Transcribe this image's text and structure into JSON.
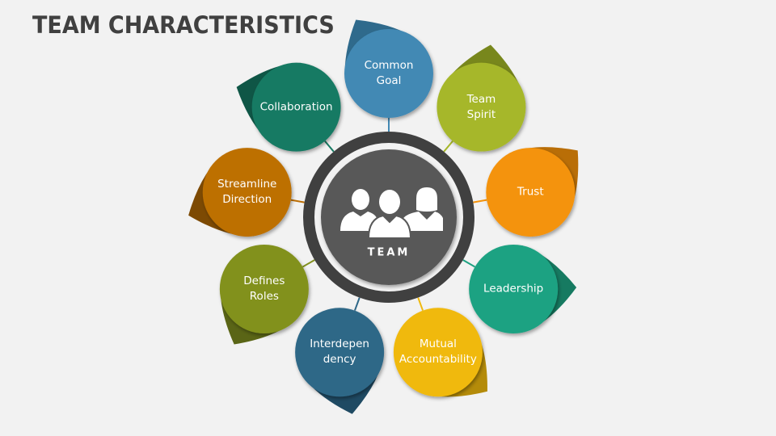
{
  "title": "TEAM CHARACTERISTICS",
  "center": {
    "label": "TEAM",
    "icon": "team-people-icon"
  },
  "nodes": [
    {
      "label": "Common Goal",
      "lines": [
        "Common",
        "Goal"
      ],
      "color": "#4389b4",
      "leaf": "#2f6a8c"
    },
    {
      "label": "Team Spirit",
      "lines": [
        "Team",
        "Spirit"
      ],
      "color": "#a6b729",
      "leaf": "#78871c"
    },
    {
      "label": "Trust",
      "lines": [
        "Trust"
      ],
      "color": "#f4930b",
      "leaf": "#b96e07"
    },
    {
      "label": "Leadership",
      "lines": [
        "Leadership"
      ],
      "color": "#1fa282",
      "leaf": "#167a61"
    },
    {
      "label": "Mutual Accountability",
      "lines": [
        "Mutual",
        "Accountability"
      ],
      "color": "#f0b90e",
      "leaf": "#b48b0a"
    },
    {
      "label": "Interdependency",
      "lines": [
        "Interdepen",
        "dency"
      ],
      "color": "#2e6787",
      "leaf": "#1f4a63"
    },
    {
      "label": "Defines Roles",
      "lines": [
        "Defines",
        "Roles"
      ],
      "color": "#82911f",
      "leaf": "#5a6516"
    },
    {
      "label": "Streamline Direction",
      "lines": [
        "Streamline",
        "Direction"
      ],
      "color": "#bd6f05",
      "leaf": "#7d4a03"
    },
    {
      "label": "Collaboration",
      "lines": [
        "Collaboration"
      ],
      "color": "#187a63",
      "leaf": "#0f5646"
    }
  ]
}
